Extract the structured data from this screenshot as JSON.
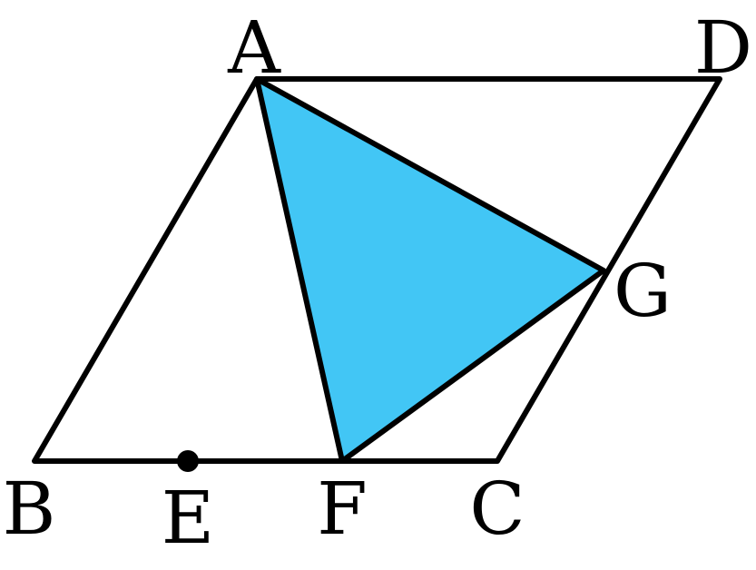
{
  "figure": {
    "fill_color": "#42c6f5",
    "stroke_color": "#000000",
    "labels": {
      "A": "A",
      "B": "B",
      "C": "C",
      "D": "D",
      "E": "E",
      "F": "F",
      "G": "G"
    }
  }
}
